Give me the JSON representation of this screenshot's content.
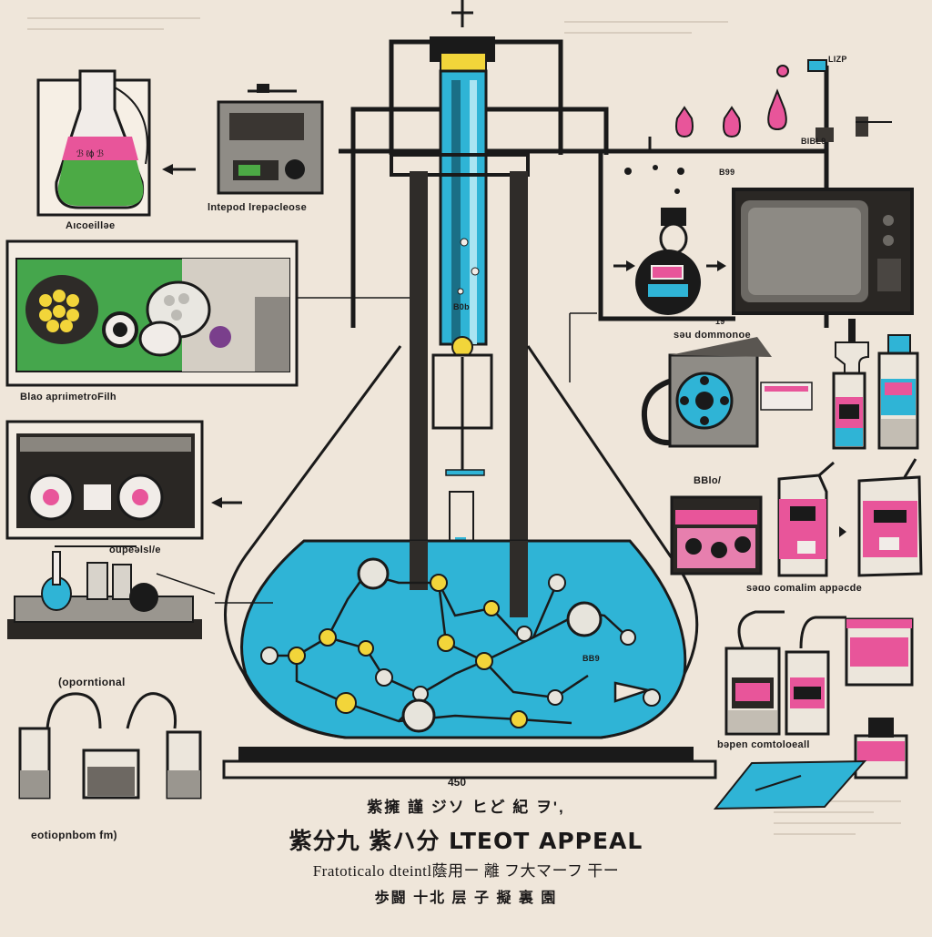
{
  "labels": {
    "top_left_flask": "Aıcoeilləe",
    "instrument": "lntepod lrepəcleose",
    "specimen_panel": "Blao aprıimetroFilh",
    "reels_panel": "oupeəlsl/e",
    "distill_left": "(oporntional",
    "bottom_left": "eotiopnbom fm)",
    "right_pump": "səu dommonoe",
    "reel_unit": "BBlo/",
    "right_boxes": "səɑo comalim appəcde",
    "right_bottles": "bəpen comtoloeall",
    "small_tag": "BB9",
    "top_right_tag": "LIZP",
    "mid_tag": "BIBL9",
    "flow_tag": "B99",
    "tube_tag": "B0b",
    "pipe_tag": "19",
    "number": "450"
  },
  "title": {
    "line1": "紫擁 謹 ジソ ヒど 紀 ヲ',",
    "line2": "紫分九 紫ハ分 LTEOT APPEAL",
    "line3": "Fratoticalo dteintl蔭用ー 離 フ大マーフ 干ー",
    "line4": "歩闘 十北 层 子 擬 裏 園"
  },
  "colors": {
    "liquid": "#2fb4d6",
    "pink": "#e8559a",
    "green": "#4caa45",
    "yellow": "#f2d53a",
    "frame": "#1a1a1a",
    "paper": "#efe6da"
  }
}
